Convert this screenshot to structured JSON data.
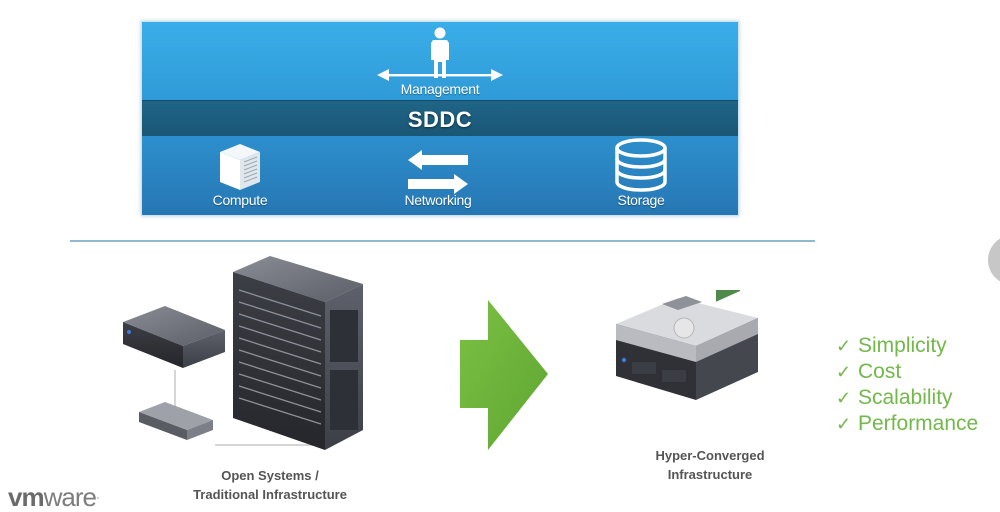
{
  "sddc": {
    "title": "SDDC",
    "management_label": "Management",
    "components": [
      {
        "label": "Compute",
        "icon": "server-icon"
      },
      {
        "label": "Networking",
        "icon": "exchange-arrows-icon"
      },
      {
        "label": "Storage",
        "icon": "database-icon"
      }
    ],
    "colors": {
      "top": "#3aaee8",
      "band": "#1d5f7e",
      "bottom": "#2b88c6"
    }
  },
  "transition": {
    "from_caption_line1": "Open Systems /",
    "from_caption_line2": "Traditional Infrastructure",
    "to_caption_line1": "Hyper-Converged",
    "to_caption_line2": "Infrastructure",
    "arrow_color": "#6cb33e"
  },
  "benefits": {
    "check_glyph": "✓",
    "items": [
      "Simplicity",
      "Cost",
      "Scalability",
      "Performance"
    ],
    "color": "#72b84a"
  },
  "logo": {
    "vm": "vm",
    "ware": "ware",
    "mark": "·"
  }
}
